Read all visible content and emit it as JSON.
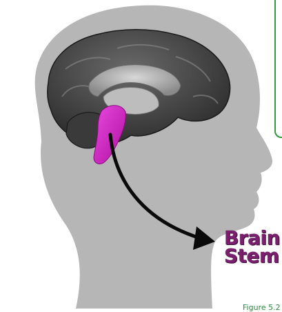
{
  "label": {
    "line1": "Brain",
    "line2": "Stem"
  },
  "caption": "Figure 5.2 |",
  "colors": {
    "highlight": "#d61ad0",
    "label": "#7a1f6e",
    "panel_border": "#2e9a3c",
    "caption": "#2a8a3a"
  }
}
